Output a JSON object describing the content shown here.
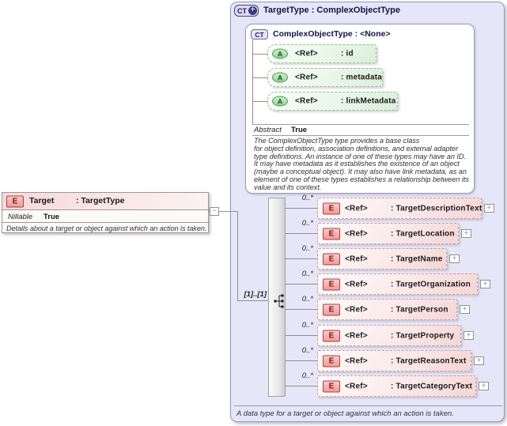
{
  "glyphs": {
    "expand": "+",
    "collapse": "−"
  },
  "colors": {
    "container_fill": "#E6E6F8",
    "attribute_fill": "#E9F7E9",
    "element_fill": "#FBE9E9",
    "element_badge": "#F59898",
    "attribute_badge": "#96D796"
  },
  "target_element": {
    "badge": "E",
    "name": "Target",
    "type": ": TargetType",
    "nillable_label": "Nillable",
    "nillable_value": "True",
    "description": "Details about a target or object against which an action is taken."
  },
  "target_type": {
    "badge": "CT",
    "title": "TargetType : ComplexObjectType",
    "base": {
      "badge": "CT",
      "title": "ComplexObjectType : <None>",
      "attributes": [
        {
          "badge": "A",
          "ref": "<Ref>",
          "name": ": id"
        },
        {
          "badge": "A",
          "ref": "<Ref>",
          "name": ": metadata"
        },
        {
          "badge": "A",
          "ref": "<Ref>",
          "name": ": linkMetadata"
        }
      ],
      "abstract_label": "Abstract",
      "abstract_value": "True",
      "description": "The ComplexObjectType type provides a base class\nfor object definition, association definitions, and external adapter\ntype definitions. An instance of one of these types may have an ID.\nIt may have metadata as it establishes the existence of an object\n(maybe a conceptual object). It may also have link metadata, as an\nelement of one of these types establishes a relationship between its\nvalue and its context."
    },
    "sequence": {
      "cardinality": "[1]..[1]",
      "elements": [
        {
          "badge": "E",
          "ref": "<Ref>",
          "name": ": TargetDescriptionText",
          "occurs": "0..*"
        },
        {
          "badge": "E",
          "ref": "<Ref>",
          "name": ": TargetLocation",
          "occurs": "0..*"
        },
        {
          "badge": "E",
          "ref": "<Ref>",
          "name": ": TargetName",
          "occurs": "0..*"
        },
        {
          "badge": "E",
          "ref": "<Ref>",
          "name": ": TargetOrganization",
          "occurs": "0..*"
        },
        {
          "badge": "E",
          "ref": "<Ref>",
          "name": ": TargetPerson",
          "occurs": "0..*"
        },
        {
          "badge": "E",
          "ref": "<Ref>",
          "name": ": TargetProperty",
          "occurs": "0..*"
        },
        {
          "badge": "E",
          "ref": "<Ref>",
          "name": ": TargetReasonText",
          "occurs": "0..*"
        },
        {
          "badge": "E",
          "ref": "<Ref>",
          "name": ": TargetCategoryText",
          "occurs": "0..*"
        }
      ]
    },
    "footer": "A data type for a target or object against which an action is taken."
  }
}
